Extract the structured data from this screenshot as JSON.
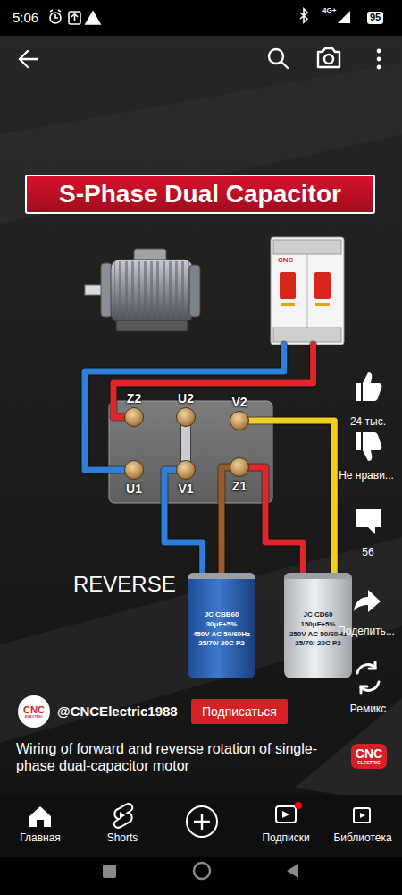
{
  "diagram": {
    "title": "S-Phase Dual Capacitor",
    "nodes": [
      {
        "text": [
          "CNC"
        ]
      },
      {
        "text": [
          "Z2"
        ]
      },
      {
        "text": [
          "U2"
        ]
      },
      {
        "text": [
          "V2"
        ]
      },
      {
        "text": [
          "U1"
        ]
      },
      {
        "text": [
          "V1"
        ]
      },
      {
        "text": [
          "Z1"
        ]
      },
      {
        "text": [
          "JC CBB60",
          "30μF±5%",
          "450V AC 50/60Hz",
          "25/70/-20C P2"
        ]
      },
      {
        "text": [
          "JC CD60",
          "150μF±5%",
          "250V AC 50/60Hz",
          "25/70/-20C P2"
        ]
      },
      {
        "text": [
          "CNC",
          "ELECTRIC"
        ]
      },
      {
        "text": [
          "Подписаться"
        ]
      },
      {
        "text": [
          "CNC",
          "ELECTRIC"
        ]
      }
    ],
    "edges": [
      {
        "from": 0,
        "to": 4,
        "arrow": "none"
      },
      {
        "from": 0,
        "to": 1,
        "arrow": "none"
      },
      {
        "from": 2,
        "to": 5,
        "arrow": "none"
      },
      {
        "from": 5,
        "to": 7,
        "arrow": "none"
      },
      {
        "from": 6,
        "to": 7,
        "arrow": "none"
      },
      {
        "from": 6,
        "to": 8,
        "arrow": "none"
      },
      {
        "from": 3,
        "to": 8,
        "arrow": "none"
      }
    ],
    "labels": [
      "5:06",
      "4G+",
      "95",
      "REVERSE",
      "24 тыс.",
      "Не нрави...",
      "56",
      "Поделить...",
      "Ремикс",
      "@CNCElectric1988",
      "Wiring of forward and reverse rotation of single-phase dual-capacitor motor",
      "Главная",
      "Shorts",
      "Подписки",
      "Библиотека"
    ]
  }
}
